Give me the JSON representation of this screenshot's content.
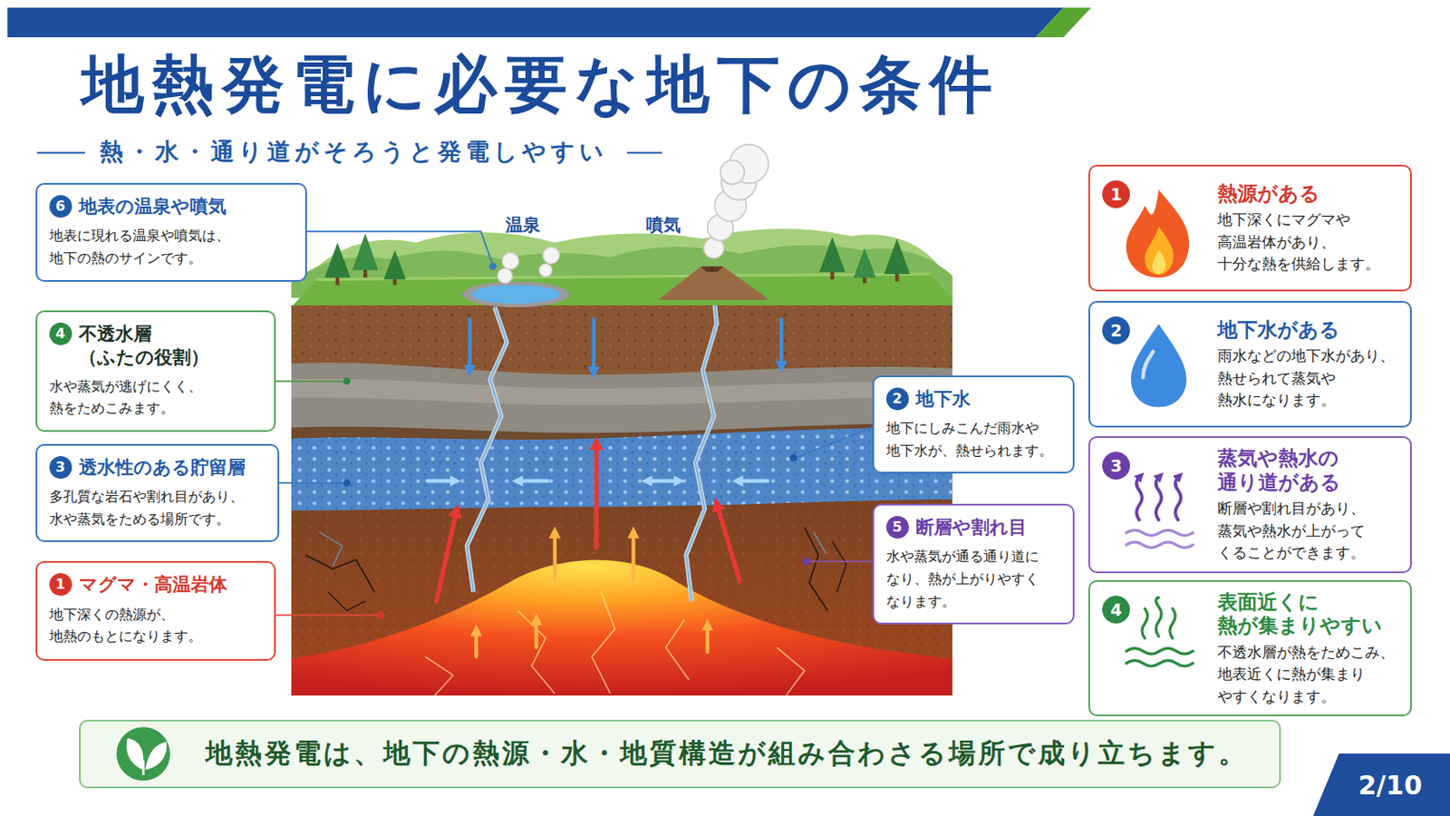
{
  "diagram": {
    "title": "地熱発電に必要な地下の条件",
    "nodes": [
      {
        "text": [
          "6",
          "地表の温泉や噴気",
          "地表に現れる温泉や噴気は、 地下の熱のサインです。"
        ]
      },
      {
        "text": [
          "4",
          "不透水層 （ふたの役割）",
          "水や蒸気が逃げにくく、 熱をためこみます。"
        ]
      },
      {
        "text": [
          "3",
          "透水性のある貯留層",
          "多孔質な岩石や割れ目があり、 水や蒸気をためる場所です。"
        ]
      },
      {
        "text": [
          "1",
          "マグマ・高温岩体",
          "地下深くの熱源が、 地熱のもとになります。"
        ]
      },
      {
        "text": [
          "2",
          "地下水",
          "地下にしみこんだ雨水や 地下水が、熱せられます。"
        ]
      },
      {
        "text": [
          "5",
          "断層や割れ目",
          "水や蒸気が通る通り道に なり、熱が上がりやすく なります。"
        ]
      },
      {
        "text": [
          "1",
          "熱源がある",
          "地下深くにマグマや 高温岩体があり、 十分な熱を供給します。"
        ]
      },
      {
        "text": [
          "2",
          "地下水がある",
          "雨水などの地下水があり、 熱せられて蒸気や 熱水になります。"
        ]
      },
      {
        "text": [
          "3",
          "蒸気や熱水の 通り道がある",
          "断層や割れ目があり、 蒸気や熱水が上がって くることができます。"
        ]
      },
      {
        "text": [
          "4",
          "表面近くに 熱が集まりやすい",
          "不透水層が熱をためこみ、 地表近くに熱が集まり やすくなります。"
        ]
      },
      {
        "text": [
          "地熱発電は、地下の熱源・水・地質構造が組み合わさる場所で成り立ちます。"
        ]
      },
      {
        "text": [
          "2/10"
        ]
      }
    ],
    "labels": [
      "熱・水・通り道がそろうと発電しやすい",
      "温泉",
      "噴気"
    ]
  }
}
